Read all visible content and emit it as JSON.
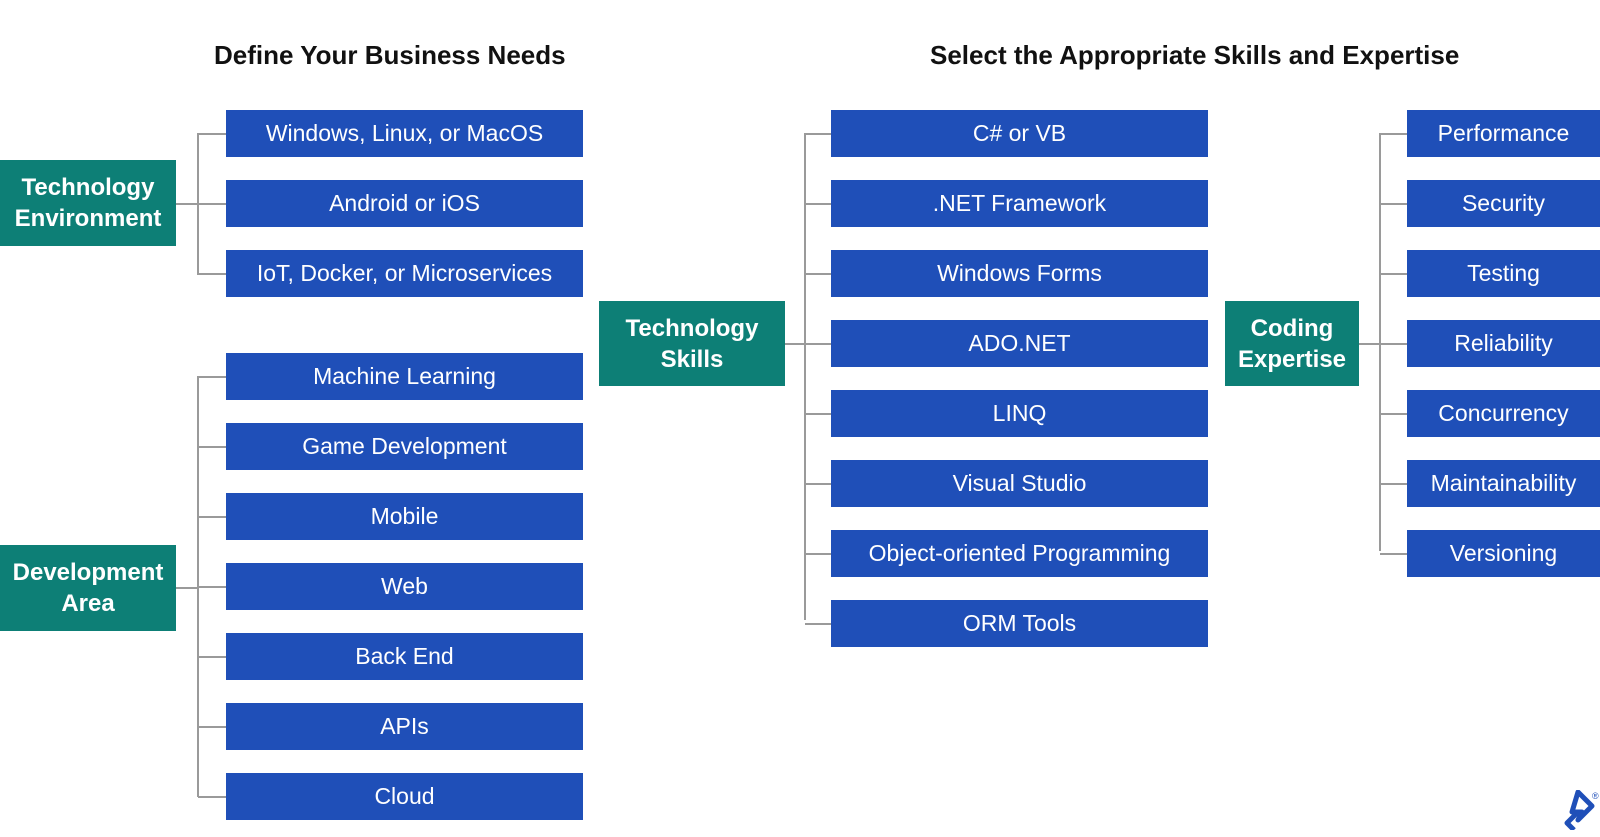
{
  "headings": {
    "left": "Define Your Business Needs",
    "right": "Select the Appropriate Skills and Expertise"
  },
  "categories": {
    "technology_environment": "Technology Environment",
    "development_area": "Development Area",
    "technology_skills": "Technology Skills",
    "coding_expertise": "Coding Expertise"
  },
  "technology_environment_items": [
    "Windows, Linux, or MacOS",
    "Android or iOS",
    "IoT, Docker, or Microservices"
  ],
  "development_area_items": [
    "Machine Learning",
    "Game Development",
    "Mobile",
    "Web",
    "Back End",
    "APIs",
    "Cloud"
  ],
  "technology_skills_items": [
    "C# or VB",
    ".NET Framework",
    "Windows Forms",
    "ADO.NET",
    "LINQ",
    "Visual Studio",
    "Object-oriented Programming",
    "ORM Tools"
  ],
  "coding_expertise_items": [
    "Performance",
    "Security",
    "Testing",
    "Reliability",
    "Concurrency",
    "Maintainability",
    "Versioning"
  ],
  "colors": {
    "item_box": "#1f4fb8",
    "category_box": "#0d7f76",
    "connector": "#9a9a9a",
    "logo": "#1f4fb8"
  },
  "logo_icon": "toptal-logo-icon",
  "logo_mark": "®"
}
